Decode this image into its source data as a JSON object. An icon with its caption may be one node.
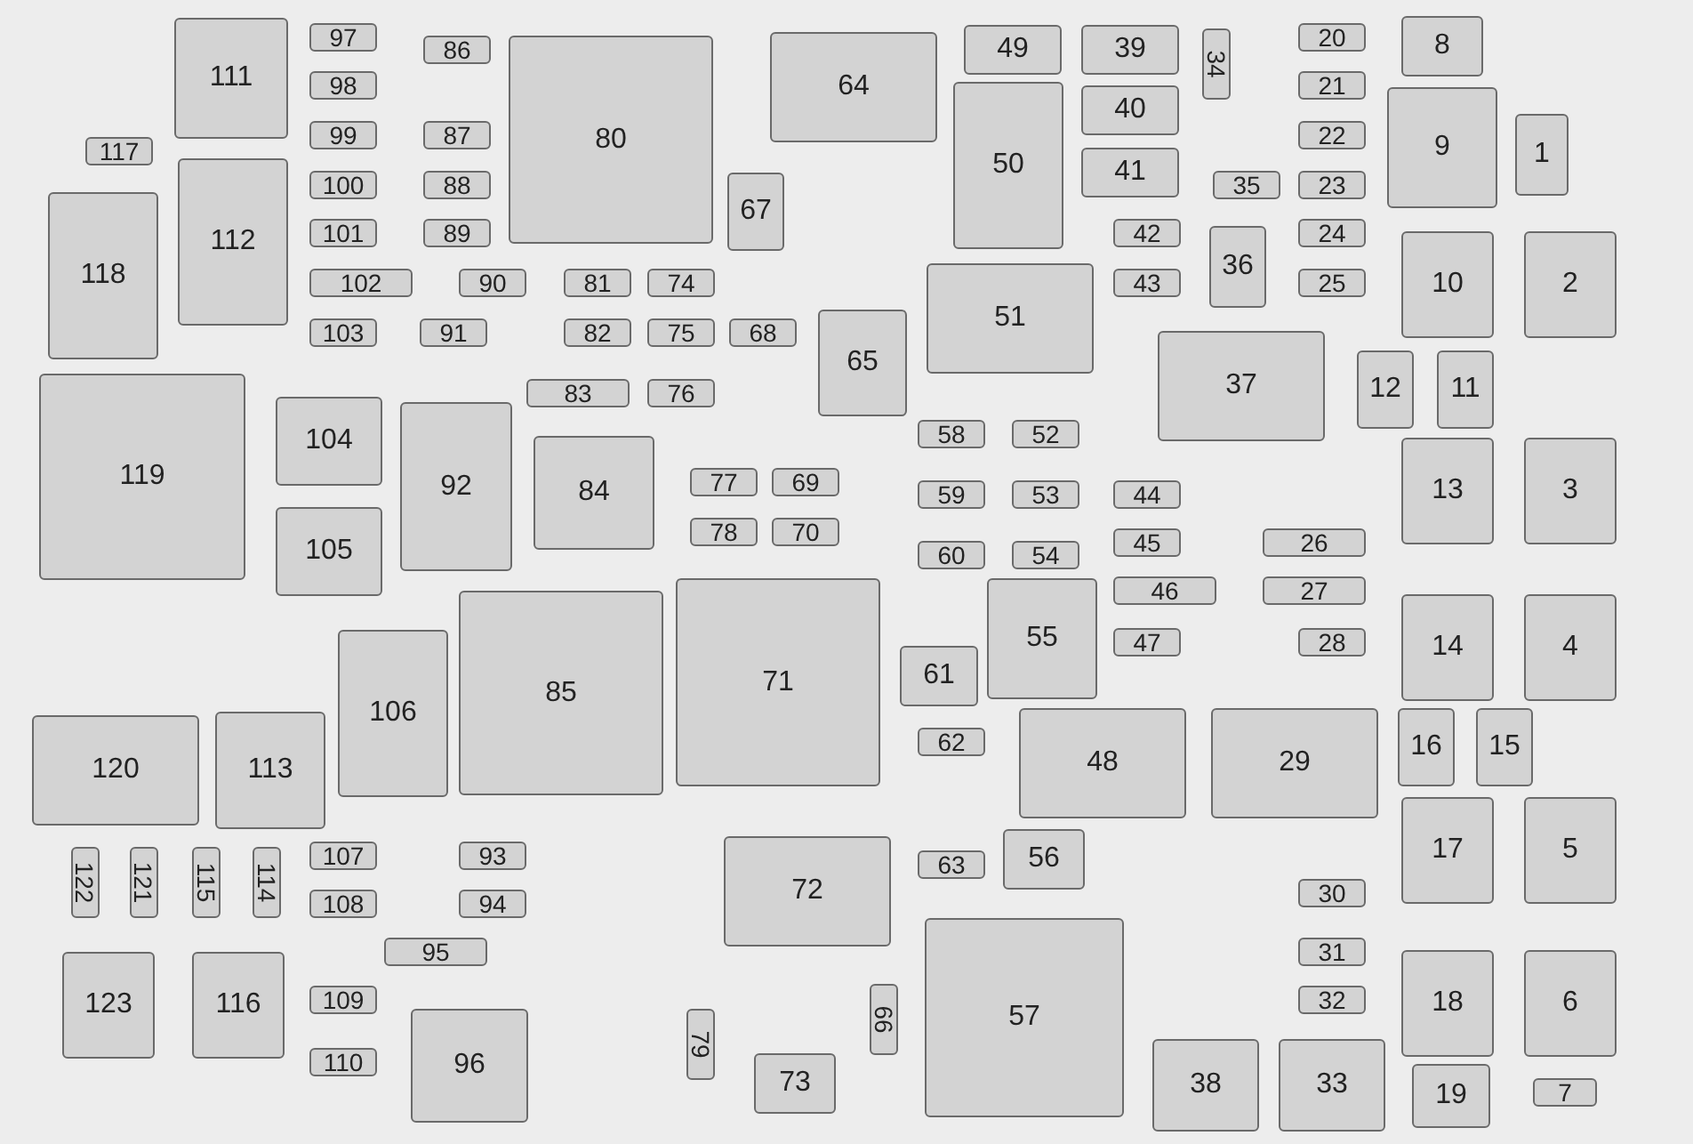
{
  "diagram": {
    "nodes": [
      {
        "text": [
          "1"
        ]
      },
      {
        "text": [
          "2"
        ]
      },
      {
        "text": [
          "3"
        ]
      },
      {
        "text": [
          "4"
        ]
      },
      {
        "text": [
          "5"
        ]
      },
      {
        "text": [
          "6"
        ]
      },
      {
        "text": [
          "7"
        ]
      },
      {
        "text": [
          "8"
        ]
      },
      {
        "text": [
          "9"
        ]
      },
      {
        "text": [
          "10"
        ]
      },
      {
        "text": [
          "11"
        ]
      },
      {
        "text": [
          "12"
        ]
      },
      {
        "text": [
          "13"
        ]
      },
      {
        "text": [
          "14"
        ]
      },
      {
        "text": [
          "15"
        ]
      },
      {
        "text": [
          "16"
        ]
      },
      {
        "text": [
          "17"
        ]
      },
      {
        "text": [
          "18"
        ]
      },
      {
        "text": [
          "19"
        ]
      },
      {
        "text": [
          "20"
        ]
      },
      {
        "text": [
          "21"
        ]
      },
      {
        "text": [
          "22"
        ]
      },
      {
        "text": [
          "23"
        ]
      },
      {
        "text": [
          "24"
        ]
      },
      {
        "text": [
          "25"
        ]
      },
      {
        "text": [
          "26"
        ]
      },
      {
        "text": [
          "27"
        ]
      },
      {
        "text": [
          "28"
        ]
      },
      {
        "text": [
          "29"
        ]
      },
      {
        "text": [
          "30"
        ]
      },
      {
        "text": [
          "31"
        ]
      },
      {
        "text": [
          "32"
        ]
      },
      {
        "text": [
          "33"
        ]
      },
      {
        "text": [
          "34"
        ]
      },
      {
        "text": [
          "35"
        ]
      },
      {
        "text": [
          "36"
        ]
      },
      {
        "text": [
          "37"
        ]
      },
      {
        "text": [
          "38"
        ]
      },
      {
        "text": [
          "39"
        ]
      },
      {
        "text": [
          "40"
        ]
      },
      {
        "text": [
          "41"
        ]
      },
      {
        "text": [
          "42"
        ]
      },
      {
        "text": [
          "43"
        ]
      },
      {
        "text": [
          "44"
        ]
      },
      {
        "text": [
          "45"
        ]
      },
      {
        "text": [
          "46"
        ]
      },
      {
        "text": [
          "47"
        ]
      },
      {
        "text": [
          "48"
        ]
      },
      {
        "text": [
          "49"
        ]
      },
      {
        "text": [
          "50"
        ]
      },
      {
        "text": [
          "51"
        ]
      },
      {
        "text": [
          "52"
        ]
      },
      {
        "text": [
          "53"
        ]
      },
      {
        "text": [
          "54"
        ]
      },
      {
        "text": [
          "55"
        ]
      },
      {
        "text": [
          "56"
        ]
      },
      {
        "text": [
          "57"
        ]
      },
      {
        "text": [
          "58"
        ]
      },
      {
        "text": [
          "59"
        ]
      },
      {
        "text": [
          "60"
        ]
      },
      {
        "text": [
          "61"
        ]
      },
      {
        "text": [
          "62"
        ]
      },
      {
        "text": [
          "63"
        ]
      },
      {
        "text": [
          "64"
        ]
      },
      {
        "text": [
          "65"
        ]
      },
      {
        "text": [
          "66"
        ]
      },
      {
        "text": [
          "67"
        ]
      },
      {
        "text": [
          "68"
        ]
      },
      {
        "text": [
          "69"
        ]
      },
      {
        "text": [
          "70"
        ]
      },
      {
        "text": [
          "71"
        ]
      },
      {
        "text": [
          "72"
        ]
      },
      {
        "text": [
          "73"
        ]
      },
      {
        "text": [
          "74"
        ]
      },
      {
        "text": [
          "75"
        ]
      },
      {
        "text": [
          "76"
        ]
      },
      {
        "text": [
          "77"
        ]
      },
      {
        "text": [
          "78"
        ]
      },
      {
        "text": [
          "79"
        ]
      },
      {
        "text": [
          "80"
        ]
      },
      {
        "text": [
          "81"
        ]
      },
      {
        "text": [
          "82"
        ]
      },
      {
        "text": [
          "83"
        ]
      },
      {
        "text": [
          "84"
        ]
      },
      {
        "text": [
          "85"
        ]
      },
      {
        "text": [
          "86"
        ]
      },
      {
        "text": [
          "87"
        ]
      },
      {
        "text": [
          "88"
        ]
      },
      {
        "text": [
          "89"
        ]
      },
      {
        "text": [
          "90"
        ]
      },
      {
        "text": [
          "91"
        ]
      },
      {
        "text": [
          "92"
        ]
      },
      {
        "text": [
          "93"
        ]
      },
      {
        "text": [
          "94"
        ]
      },
      {
        "text": [
          "95"
        ]
      },
      {
        "text": [
          "96"
        ]
      },
      {
        "text": [
          "97"
        ]
      },
      {
        "text": [
          "98"
        ]
      },
      {
        "text": [
          "99"
        ]
      },
      {
        "text": [
          "100"
        ]
      },
      {
        "text": [
          "101"
        ]
      },
      {
        "text": [
          "102"
        ]
      },
      {
        "text": [
          "103"
        ]
      },
      {
        "text": [
          "104"
        ]
      },
      {
        "text": [
          "105"
        ]
      },
      {
        "text": [
          "106"
        ]
      },
      {
        "text": [
          "107"
        ]
      },
      {
        "text": [
          "108"
        ]
      },
      {
        "text": [
          "109"
        ]
      },
      {
        "text": [
          "110"
        ]
      },
      {
        "text": [
          "111"
        ]
      },
      {
        "text": [
          "112"
        ]
      },
      {
        "text": [
          "113"
        ]
      },
      {
        "text": [
          "114"
        ]
      },
      {
        "text": [
          "115"
        ]
      },
      {
        "text": [
          "116"
        ]
      },
      {
        "text": [
          "117"
        ]
      },
      {
        "text": [
          "118"
        ]
      },
      {
        "text": [
          "119"
        ]
      },
      {
        "text": [
          "120"
        ]
      },
      {
        "text": [
          "121"
        ]
      },
      {
        "text": [
          "122"
        ]
      },
      {
        "text": [
          "123"
        ]
      }
    ]
  }
}
